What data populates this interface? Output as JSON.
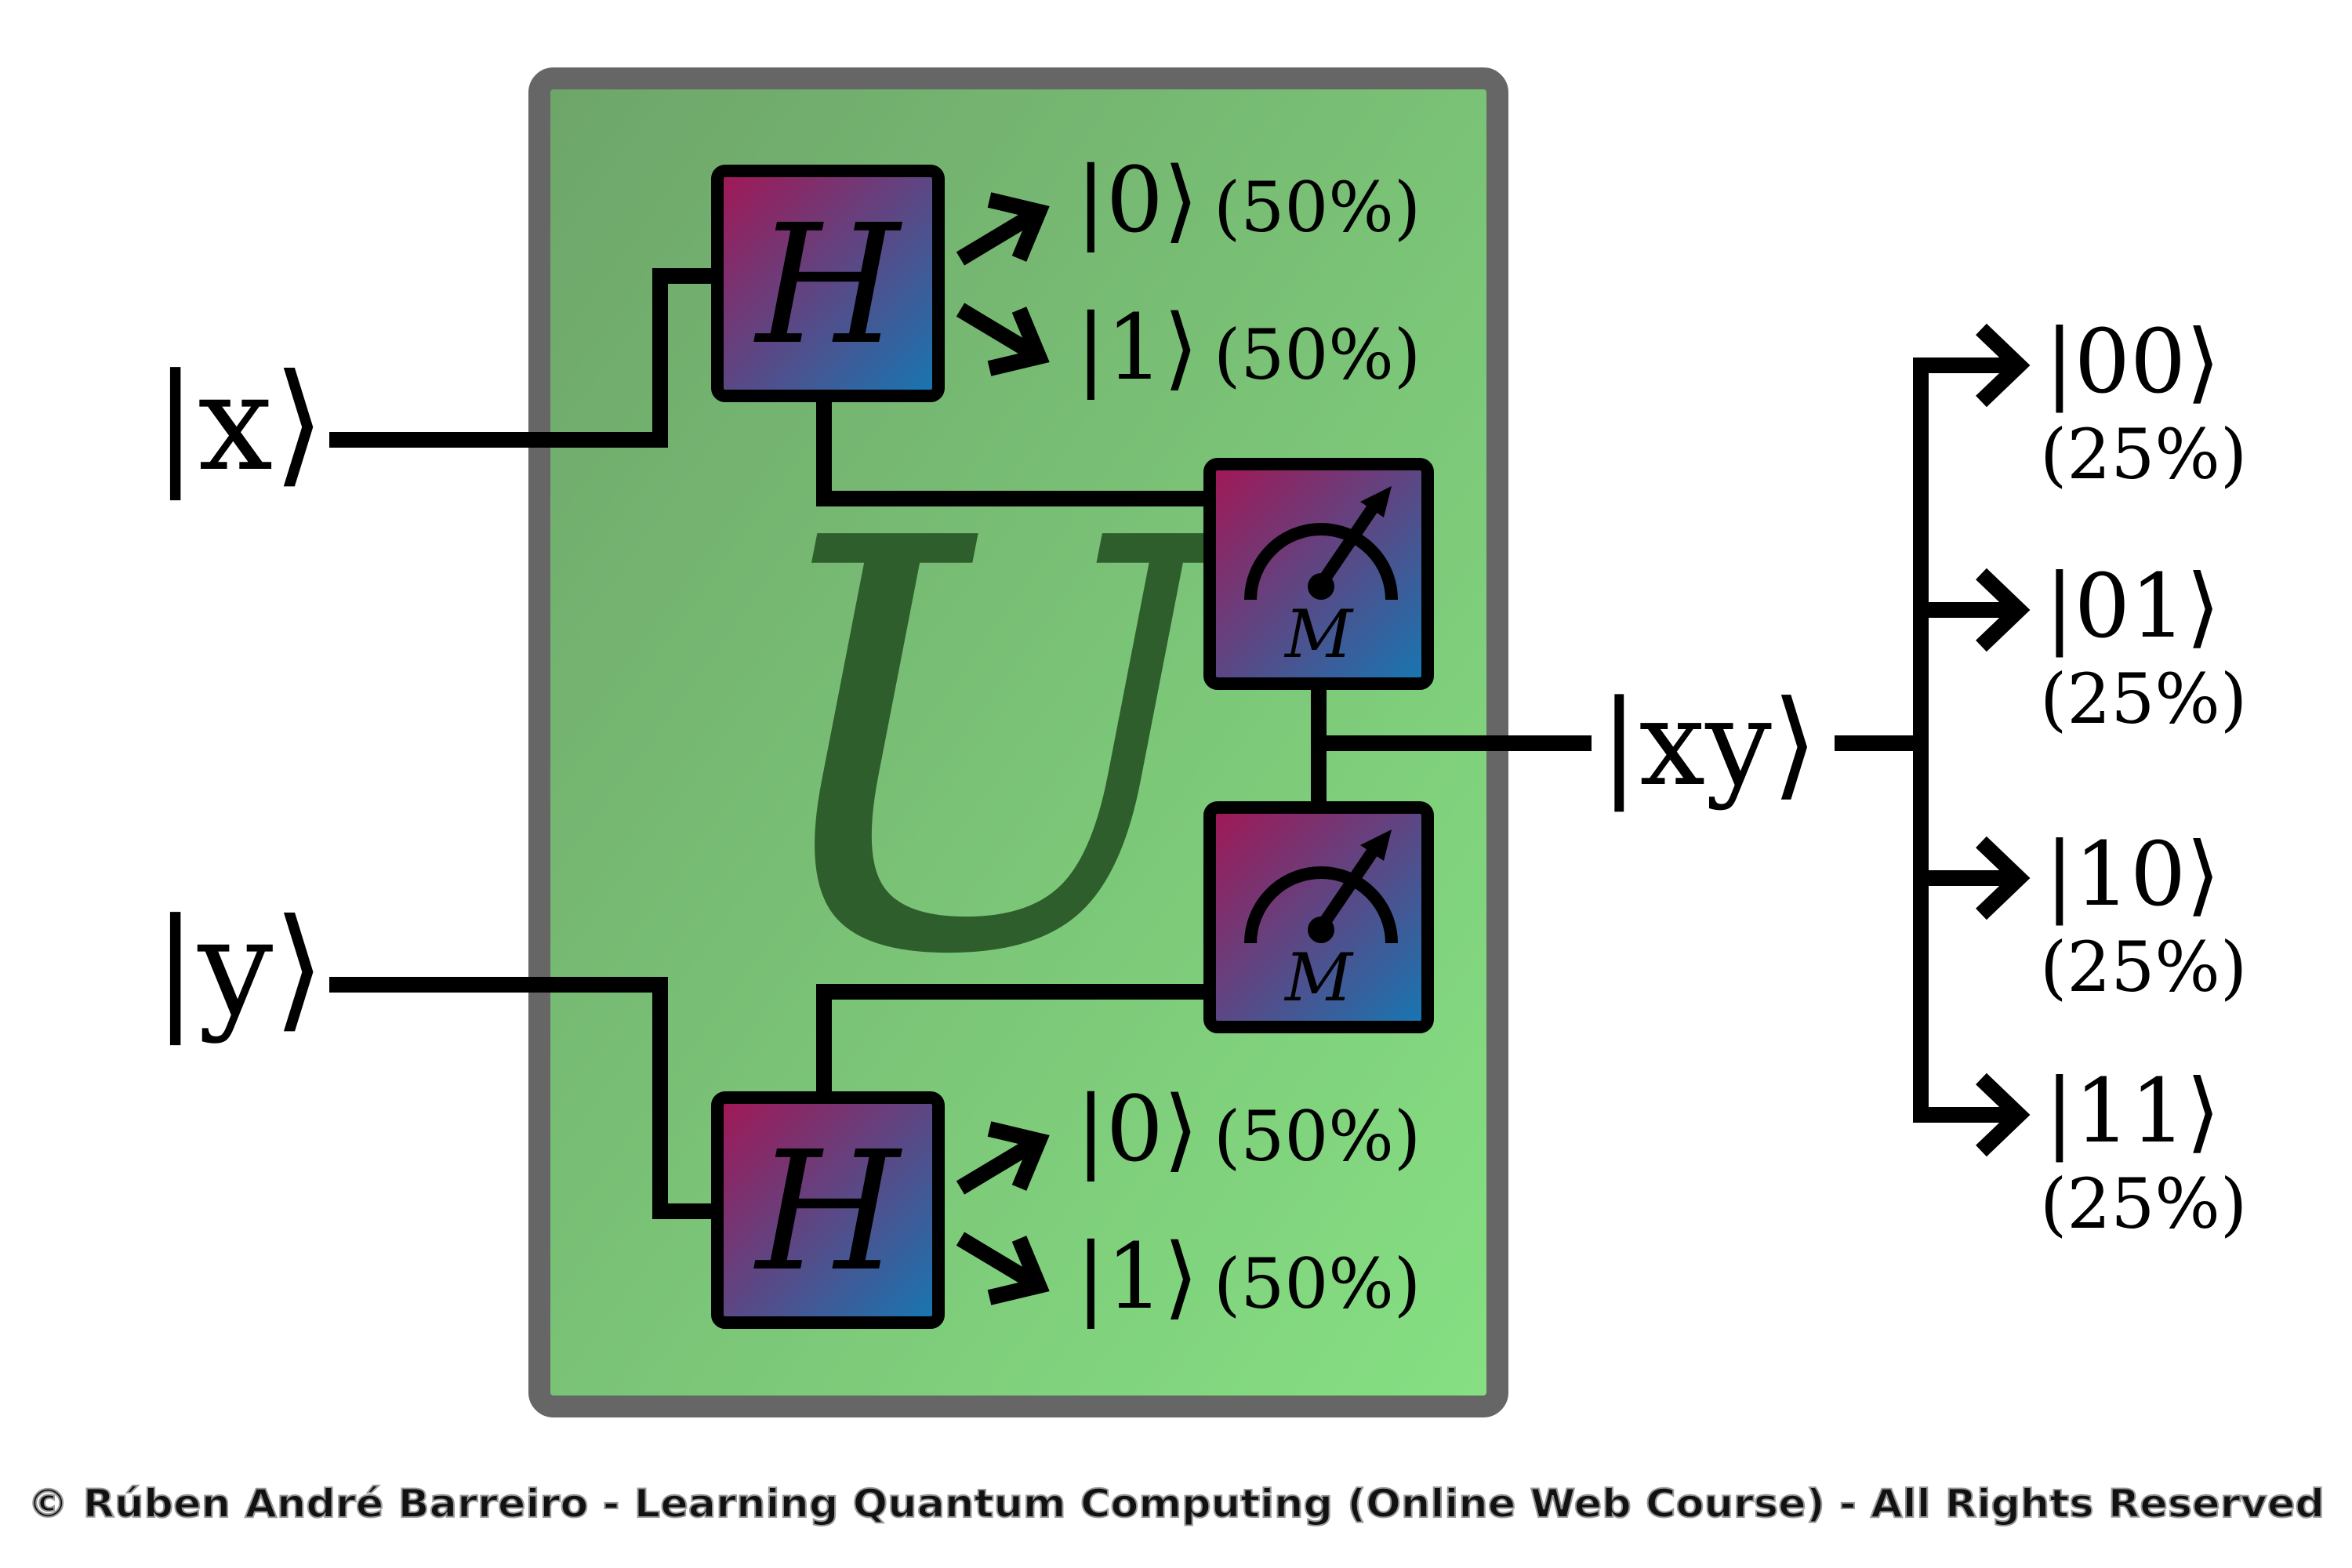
{
  "inputs": {
    "x_ket": "|x⟩",
    "y_ket": "|y⟩"
  },
  "unitary": {
    "label": "U"
  },
  "hadamard_top": {
    "label": "H",
    "outcome_0": "|0⟩",
    "prob_0": "(50%)",
    "outcome_1": "|1⟩",
    "prob_1": "(50%)"
  },
  "hadamard_bottom": {
    "label": "H",
    "outcome_0": "|0⟩",
    "prob_0": "(50%)",
    "outcome_1": "|1⟩",
    "prob_1": "(50%)"
  },
  "meters": {
    "top_label": "M",
    "bottom_label": "M"
  },
  "output": {
    "ket": "|xy⟩",
    "results": [
      {
        "state": "|00⟩",
        "prob": "(25%)"
      },
      {
        "state": "|01⟩",
        "prob": "(25%)"
      },
      {
        "state": "|10⟩",
        "prob": "(25%)"
      },
      {
        "state": "|11⟩",
        "prob": "(25%)"
      }
    ]
  },
  "copyright": "© Rúben André Barreiro - Learning Quantum Computing (Online Web Course) - All Rights Reserved",
  "colors": {
    "panel_fill_start": "#6ea56a",
    "panel_fill_end": "#86e083",
    "panel_border": "#666666",
    "gate_gradient_start": "#a41654",
    "gate_gradient_end": "#1478b4",
    "unitary_label": "#2e5e2c"
  }
}
